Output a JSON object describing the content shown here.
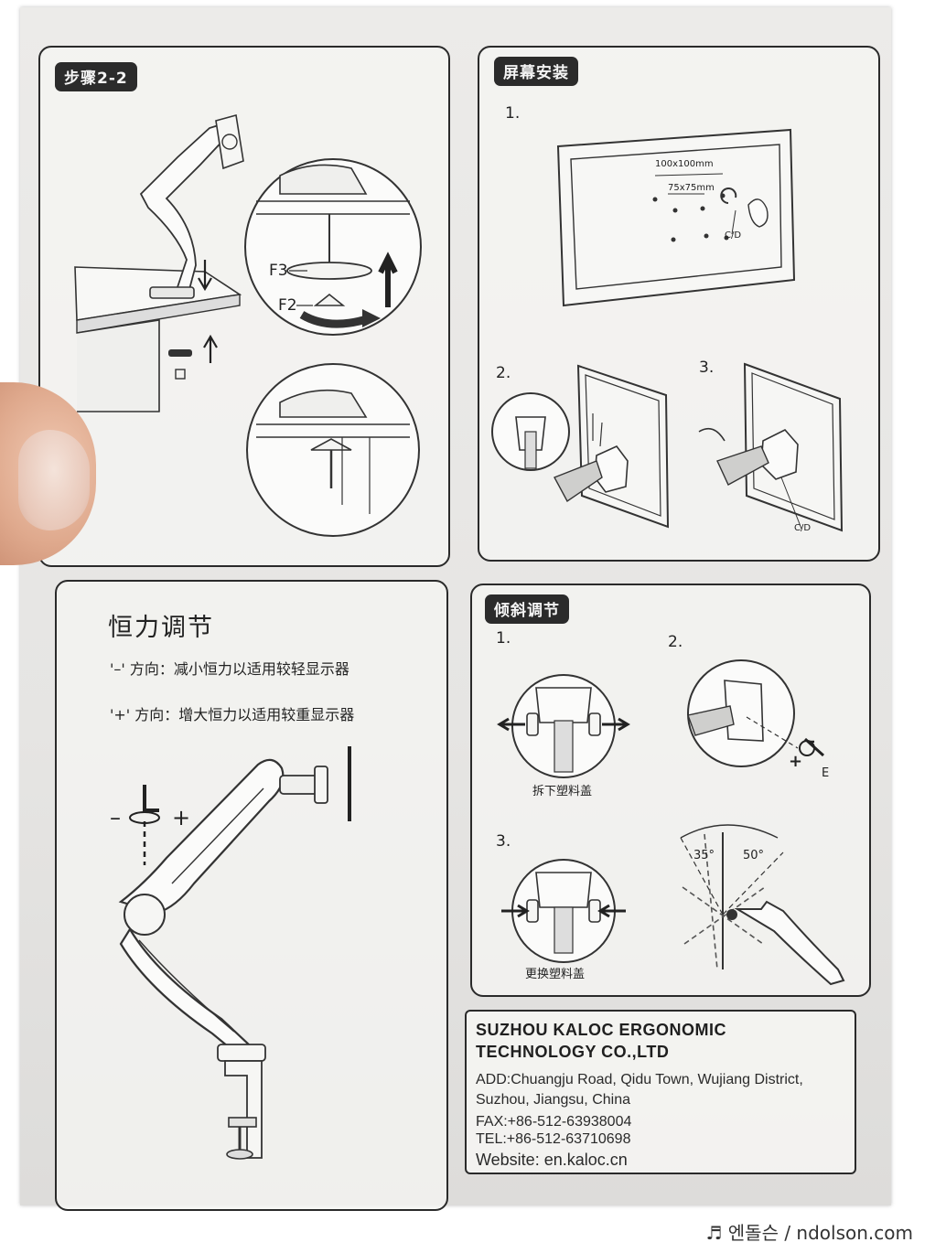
{
  "step_panel": {
    "tag": "步骤2-2",
    "label_f3": "F3",
    "label_f2": "F2"
  },
  "screen_panel": {
    "tag": "屏幕安装",
    "step1": "1.",
    "step2": "2.",
    "step3": "3.",
    "vesa_large": "100x100mm",
    "vesa_small": "75x75mm",
    "label_cd": "C/D",
    "label_cd_2": "C/D"
  },
  "force_panel": {
    "title": "恒力调节",
    "minus_line": "'–' 方向：减小恒力以适用较轻显示器",
    "plus_line": "'+' 方向：增大恒力以适用较重显示器",
    "minus_sign": "–",
    "plus_sign": "+"
  },
  "tilt_panel": {
    "tag": "倾斜调节",
    "step1": "1.",
    "step2": "2.",
    "step3": "3.",
    "caption_remove": "拆下塑料盖",
    "caption_replace": "更换塑料盖",
    "label_e": "E",
    "angle_left": "35°",
    "angle_right": "50°",
    "plus_sign": "+",
    "minus_sign": "–"
  },
  "company": {
    "name_line1": "SUZHOU KALOC ERGONOMIC",
    "name_line2": "TECHNOLOGY CO.,LTD",
    "address_line1": "ADD:Chuangju Road, Qidu Town, Wujiang District,",
    "address_line2": "Suzhou, Jiangsu, China",
    "fax": "FAX:+86-512-63938004",
    "tel": "TEL:+86-512-63710698",
    "website": "Website: en.kaloc.cn"
  },
  "watermark": "♬ 엔돌슨 / ndolson.com"
}
